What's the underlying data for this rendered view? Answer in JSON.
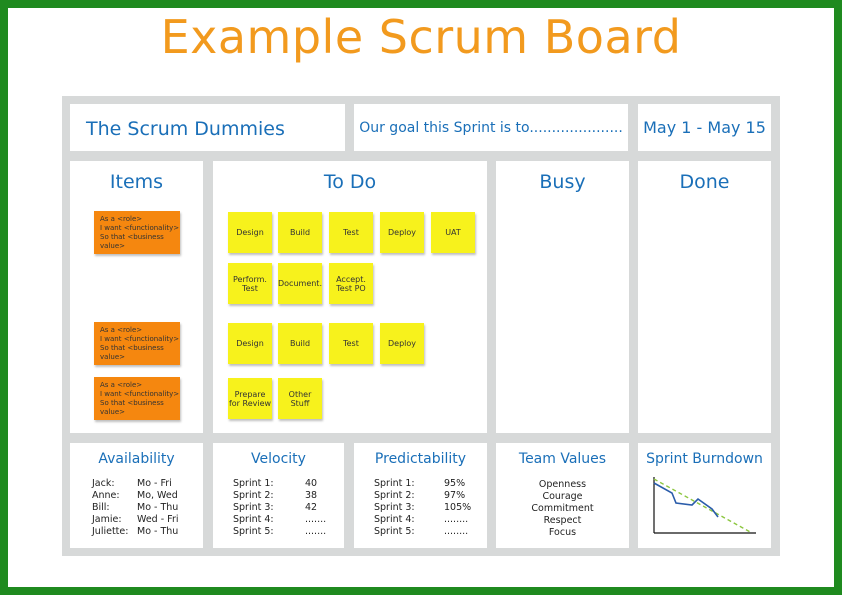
{
  "title": "Example Scrum Board",
  "colors": {
    "frame": "#1f8a1f",
    "title": "#f29a1e",
    "text_blue": "#1a6fb8",
    "story_note": "#f5870f",
    "task_note": "#f7f21c"
  },
  "header": {
    "team": "The Scrum Dummies",
    "goal": "Our goal this Sprint is to.....................",
    "dates": "May 1 - May 15"
  },
  "columns": {
    "items": "Items",
    "todo": "To Do",
    "busy": "Busy",
    "done": "Done"
  },
  "stories": [
    {
      "line1": "As a <role>",
      "line2": "I want <functionality>",
      "line3": "So that <business value>"
    },
    {
      "line1": "As a <role>",
      "line2": "I want <functionality>",
      "line3": "So that <business value>"
    },
    {
      "line1": "As a <role>",
      "line2": "I want <functionality>",
      "line3": "So that <business value>"
    }
  ],
  "tasks": {
    "row1": [
      "Design",
      "Build",
      "Test",
      "Deploy",
      "UAT"
    ],
    "row2": [
      "Perform. Test",
      "Document.",
      "Accept. Test PO"
    ],
    "row3": [
      "Design",
      "Build",
      "Test",
      "Deploy"
    ],
    "row4": [
      "Prepare for Review",
      "Other Stuff"
    ]
  },
  "availability": {
    "title": "Availability",
    "rows": [
      {
        "name": "Jack:",
        "days": "Mo - Fri"
      },
      {
        "name": "Anne:",
        "days": "Mo, Wed"
      },
      {
        "name": "Bill:",
        "days": "Mo - Thu"
      },
      {
        "name": "Jamie:",
        "days": "Wed - Fri"
      },
      {
        "name": "Juliette:",
        "days": "Mo - Thu"
      }
    ]
  },
  "velocity": {
    "title": "Velocity",
    "rows": [
      {
        "label": "Sprint 1:",
        "value": "40"
      },
      {
        "label": "Sprint 2:",
        "value": "38"
      },
      {
        "label": "Sprint 3:",
        "value": "42"
      },
      {
        "label": "Sprint 4:",
        "value": "......."
      },
      {
        "label": "Sprint 5:",
        "value": "......."
      }
    ]
  },
  "predictability": {
    "title": "Predictability",
    "rows": [
      {
        "label": "Sprint 1:",
        "value": "95%"
      },
      {
        "label": "Sprint 2:",
        "value": "97%"
      },
      {
        "label": "Sprint 3:",
        "value": "105%"
      },
      {
        "label": "Sprint 4:",
        "value": "........"
      },
      {
        "label": "Sprint 5:",
        "value": "........"
      }
    ]
  },
  "team_values": {
    "title": "Team Values",
    "items": [
      "Openness",
      "Courage",
      "Commitment",
      "Respect",
      "Focus"
    ]
  },
  "burndown": {
    "title": "Sprint Burndown"
  }
}
